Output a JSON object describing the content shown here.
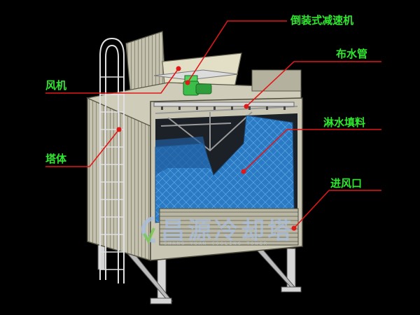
{
  "labels": {
    "reducer": "倒装式减速机",
    "water_pipe": "布水管",
    "fan": "风机",
    "fill": "淋水填料",
    "tower_body": "塔体",
    "air_inlet": "进风口"
  },
  "watermark": {
    "brand": "昌源冷却塔",
    "sub": "CHANG YUAN COOLING TOWER"
  },
  "colors": {
    "background": "#000000",
    "label_text": "#2ee82e",
    "leader_line": "#e01818",
    "fill_media": "#2f7fc9",
    "tower_frame": "#c9c7b4",
    "motor": "#3bbf4a"
  }
}
